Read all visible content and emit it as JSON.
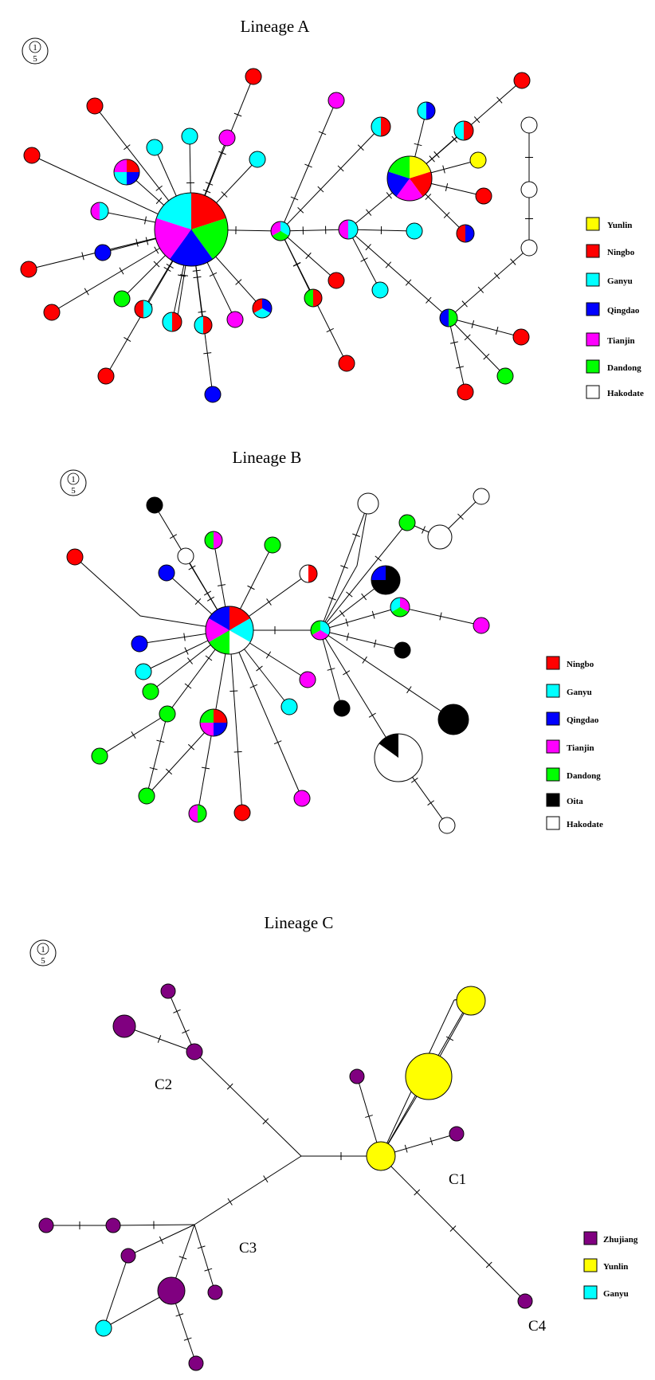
{
  "colors": {
    "Yunlin": "#ffff00",
    "Ningbo": "#ff0000",
    "Ganyu": "#00ffff",
    "Qingdao": "#0000ff",
    "Tianjin": "#ff00ff",
    "Dandong": "#00ff00",
    "Hakodate": "#ffffff",
    "Oita": "#000000",
    "Zhujiang": "#800080"
  },
  "panels": [
    {
      "id": "A",
      "title": "Lineage A",
      "scale": {
        "top": "1",
        "bottom": "5"
      },
      "legend": [
        "Yunlin",
        "Ningbo",
        "Ganyu",
        "Qingdao",
        "Tianjin",
        "Dandong",
        "Hakodate"
      ]
    },
    {
      "id": "B",
      "title": "Lineage B",
      "scale": {
        "top": "1",
        "bottom": "5"
      },
      "legend": [
        "Ningbo",
        "Ganyu",
        "Qingdao",
        "Tianjin",
        "Dandong",
        "Oita",
        "Hakodate"
      ]
    },
    {
      "id": "C",
      "title": "Lineage C",
      "scale": {
        "top": "1",
        "bottom": "5"
      },
      "legend": [
        "Zhujiang",
        "Yunlin",
        "Ganyu"
      ],
      "clade_labels": [
        "C1",
        "C2",
        "C3",
        "C4"
      ]
    }
  ]
}
